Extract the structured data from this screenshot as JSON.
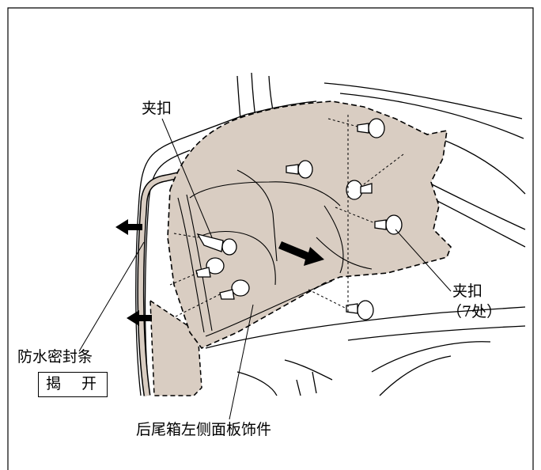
{
  "labels": {
    "clip_top": "夹扣",
    "clip_right_line1": "夹扣",
    "clip_right_line2": "（7处）",
    "weatherstrip": "防水密封条",
    "detach": "揭 开",
    "trim_panel": "后尾箱左侧面板饰件"
  },
  "colors": {
    "panel_fill": "#d9cdc2",
    "line": "#000000",
    "background": "#ffffff"
  }
}
